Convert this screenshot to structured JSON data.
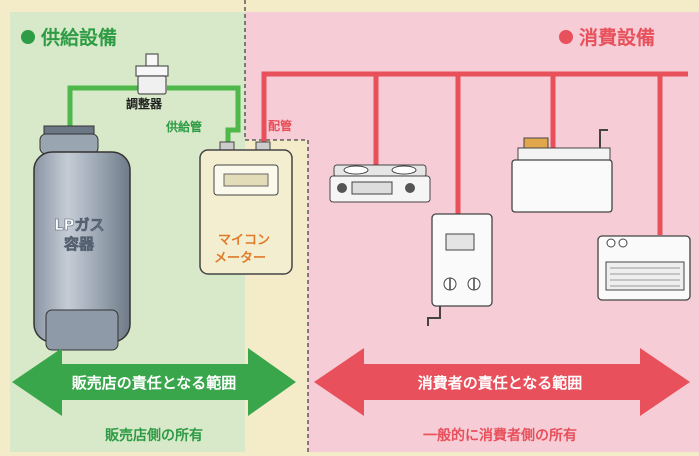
{
  "supply_section": {
    "title": "供給設備",
    "color": "#2e9b45"
  },
  "consumer_section": {
    "title": "消費設備",
    "color": "#e8505b"
  },
  "labels": {
    "regulator": "調整器",
    "supply_pipe": "供給管",
    "piping": "配管",
    "cylinder_line1": "LPガス",
    "cylinder_line2": "容器",
    "meter_line1": "マイコン",
    "meter_line2": "メーター"
  },
  "responsibility": {
    "retailer_range": "販売店の責任となる範囲",
    "retailer_owner": "販売店側の所有",
    "consumer_range": "消費者の責任となる範囲",
    "consumer_owner": "一般的に消費者側の所有"
  }
}
